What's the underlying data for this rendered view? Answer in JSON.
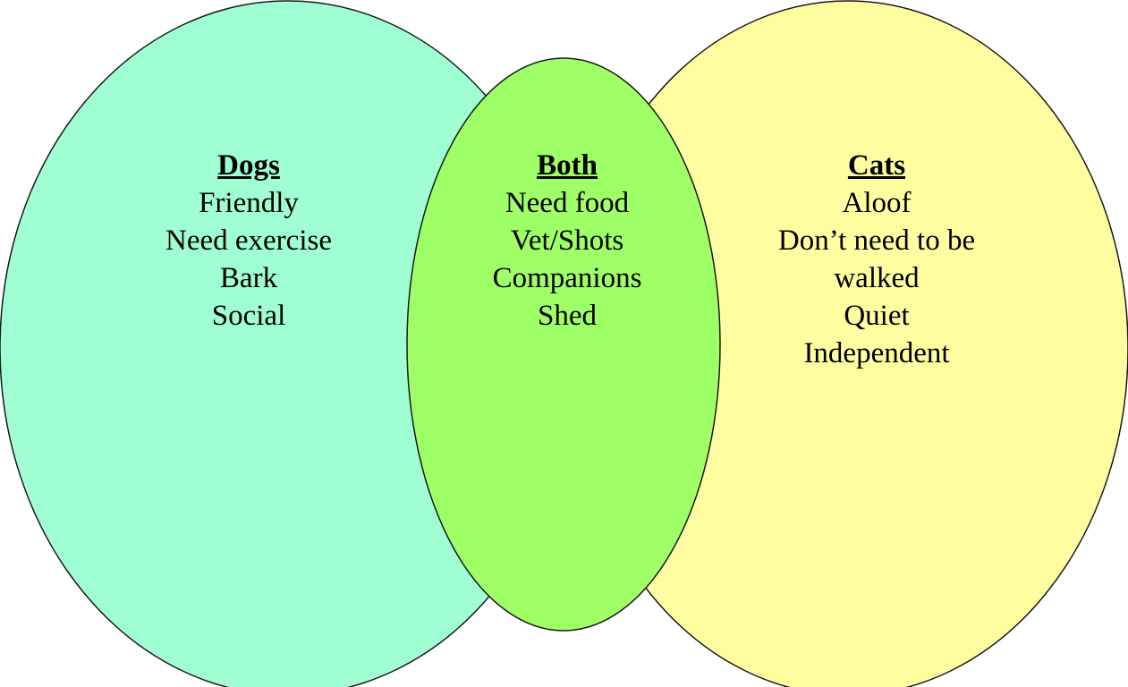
{
  "colors": {
    "dogs_fill": "#9ffed2",
    "cats_fill": "#fefea0",
    "both_fill": "#9fff66",
    "outline": "#1a1a1a"
  },
  "dogs": {
    "heading": "Dogs",
    "items": [
      "Friendly",
      "Need exercise",
      "Bark",
      "Social"
    ]
  },
  "both": {
    "heading": "Both",
    "items": [
      "Need food",
      "Vet/Shots",
      "Companions",
      "Shed"
    ]
  },
  "cats": {
    "heading": "Cats",
    "items": [
      "Aloof",
      "Don’t need to be",
      "walked",
      "Quiet",
      "Independent"
    ]
  }
}
